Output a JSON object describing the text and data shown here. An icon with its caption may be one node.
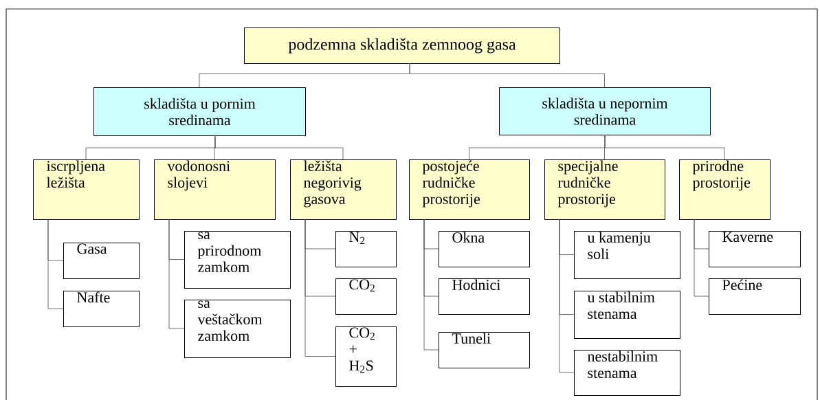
{
  "diagram": {
    "nodes": [
      {
        "text": [
          "podzemna skladišta zemnoog gasa"
        ]
      },
      {
        "text": [
          "skladišta u pornim sredinama"
        ]
      },
      {
        "text": [
          "skladišta u nepornim sredinama"
        ]
      },
      {
        "text": [
          "iscrpljena ležišta"
        ]
      },
      {
        "text": [
          "vodonosni slojevi"
        ]
      },
      {
        "text": [
          "ležišta negorivig gasova"
        ]
      },
      {
        "text": [
          "postojeće rudničke prostorije"
        ]
      },
      {
        "text": [
          "specijalne rudničke prostorije"
        ]
      },
      {
        "text": [
          "prirodne prostorije"
        ]
      },
      {
        "text": [
          "Gasa"
        ]
      },
      {
        "text": [
          "Nafte"
        ]
      },
      {
        "text": [
          "sa prirodnom zamkom"
        ]
      },
      {
        "text": [
          "sa veštačkom zamkom"
        ]
      },
      {
        "text": [
          "N$_{2}$"
        ]
      },
      {
        "text": [
          "CO$_{2}$"
        ]
      },
      {
        "text": [
          "CO$_{2}$ + H$_{2}$S"
        ]
      },
      {
        "text": [
          "Okna"
        ]
      },
      {
        "text": [
          "Hodnici"
        ]
      },
      {
        "text": [
          "Tuneli"
        ]
      },
      {
        "text": [
          "u kamenju soli"
        ]
      },
      {
        "text": [
          "u stabilnim stenama"
        ]
      },
      {
        "text": [
          "nestabilnim stenama"
        ]
      },
      {
        "text": [
          "Kaverne"
        ]
      },
      {
        "text": [
          "Pećine"
        ]
      }
    ],
    "edges": [
      {
        "from": 0,
        "to": 1,
        "arrow": "none"
      },
      {
        "from": 0,
        "to": 2,
        "arrow": "none"
      },
      {
        "from": 1,
        "to": 3,
        "arrow": "none"
      },
      {
        "from": 1,
        "to": 4,
        "arrow": "none"
      },
      {
        "from": 1,
        "to": 5,
        "arrow": "none"
      },
      {
        "from": 2,
        "to": 6,
        "arrow": "none"
      },
      {
        "from": 2,
        "to": 7,
        "arrow": "none"
      },
      {
        "from": 2,
        "to": 8,
        "arrow": "none"
      },
      {
        "from": 3,
        "to": 9,
        "arrow": "none"
      },
      {
        "from": 3,
        "to": 10,
        "arrow": "none"
      },
      {
        "from": 4,
        "to": 11,
        "arrow": "none"
      },
      {
        "from": 4,
        "to": 12,
        "arrow": "none"
      },
      {
        "from": 5,
        "to": 13,
        "arrow": "none"
      },
      {
        "from": 5,
        "to": 14,
        "arrow": "none"
      },
      {
        "from": 5,
        "to": 15,
        "arrow": "none"
      },
      {
        "from": 6,
        "to": 16,
        "arrow": "none"
      },
      {
        "from": 6,
        "to": 17,
        "arrow": "none"
      },
      {
        "from": 6,
        "to": 18,
        "arrow": "none"
      },
      {
        "from": 7,
        "to": 19,
        "arrow": "none"
      },
      {
        "from": 7,
        "to": 20,
        "arrow": "none"
      },
      {
        "from": 7,
        "to": 21,
        "arrow": "none"
      },
      {
        "from": 8,
        "to": 22,
        "arrow": "none"
      },
      {
        "from": 8,
        "to": 23,
        "arrow": "none"
      }
    ]
  }
}
